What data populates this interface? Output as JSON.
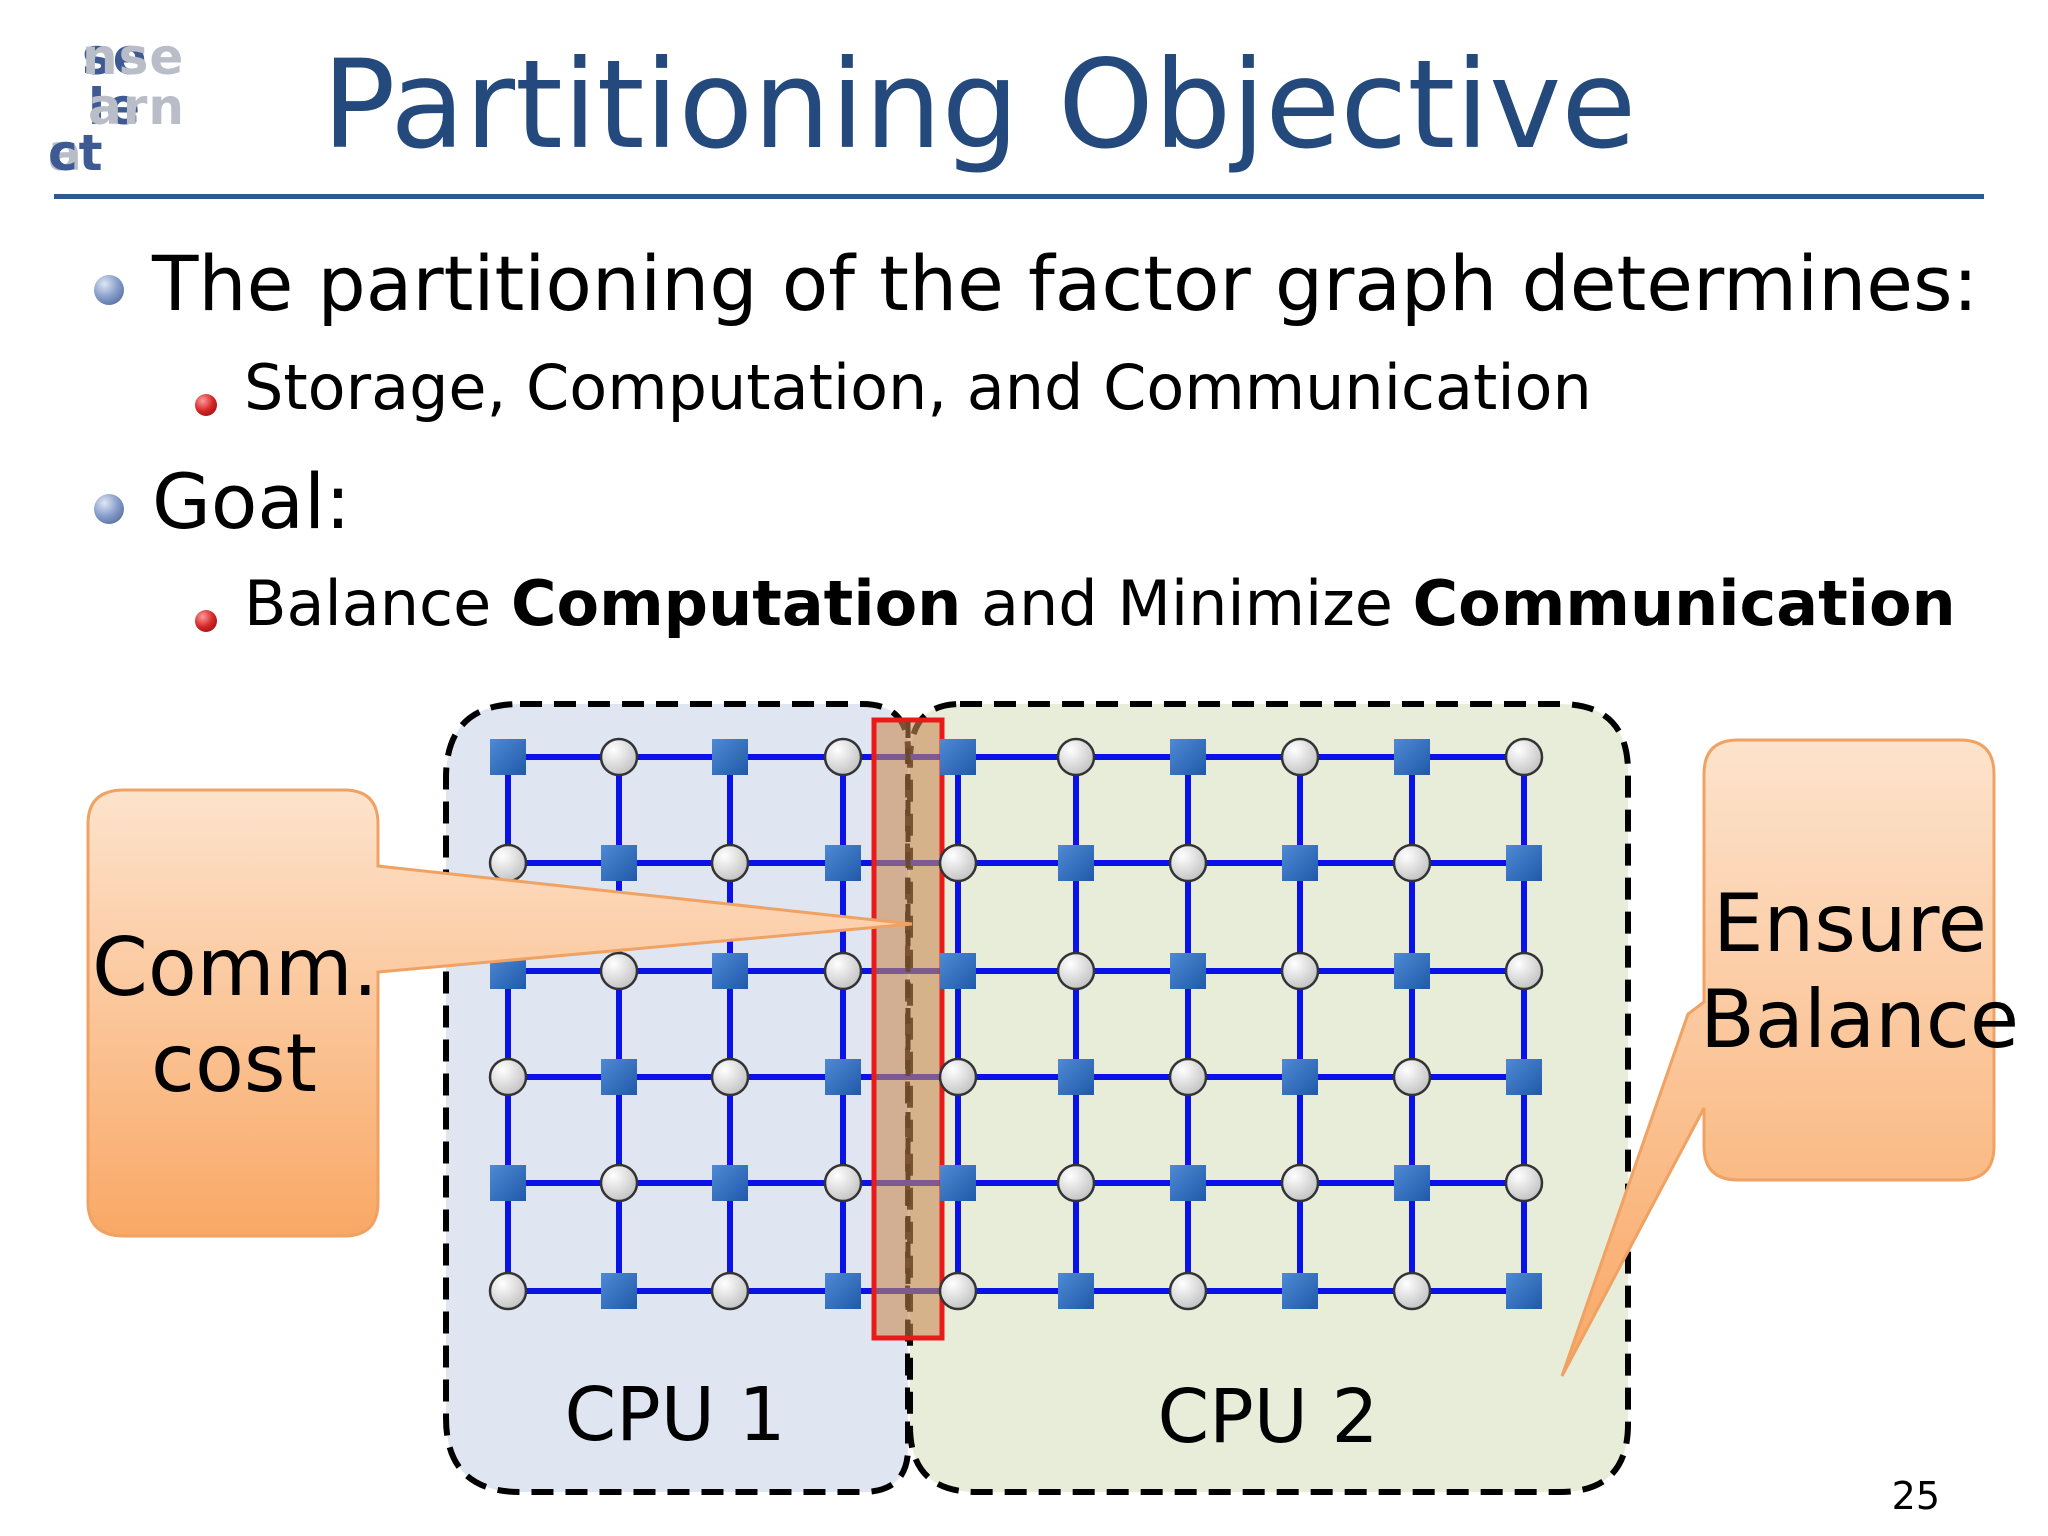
{
  "logo": {
    "line1": "sense",
    "line2": "learn",
    "line3": "act"
  },
  "title": "Partitioning Objective",
  "bullets": [
    {
      "text": "The partitioning of the factor graph determines:"
    },
    {
      "text": "Storage, Computation, and Communication"
    },
    {
      "text": "Goal:"
    },
    {
      "pre": "Balance ",
      "bold1": "Computation",
      "mid": " and Minimize ",
      "bold2": "Communication"
    }
  ],
  "diagram": {
    "cpu1_label": "CPU 1",
    "cpu2_label": "CPU 2",
    "callout_left": {
      "line1": "Comm.",
      "line2": "cost"
    },
    "callout_right": {
      "line1": "Ensure",
      "line2": "Balance"
    },
    "colors": {
      "edge": "#0a12e8",
      "factor_node": "#2f6fc1",
      "variable_node": "#dcdcdc",
      "cpu1_fill": "#dce3f1",
      "cpu2_fill": "#e6ecd9",
      "cut_highlight": "#e81a1a",
      "callout": "#fbbf8e"
    }
  },
  "page_number": "25"
}
